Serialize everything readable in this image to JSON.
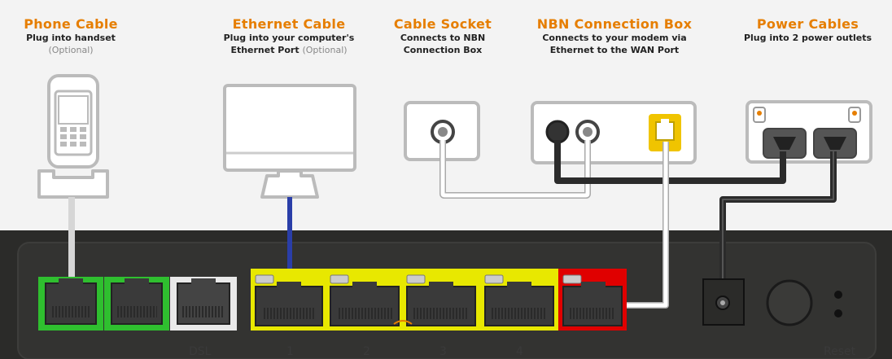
{
  "labels": {
    "phone": {
      "title": "Phone Cable",
      "line1": "Plug into handset",
      "optional": "(Optional)"
    },
    "ethernet": {
      "title": "Ethernet Cable",
      "line1": "Plug into your computer's",
      "line2": "Ethernet Port",
      "optional": "(Optional)"
    },
    "socket": {
      "title": "Cable Socket",
      "line1": "Connects to NBN",
      "line2": "Connection Box"
    },
    "nbn": {
      "title": "NBN Connection Box",
      "line1": "Connects to your modem via",
      "line2": "Ethernet to the WAN Port"
    },
    "power": {
      "title": "Power Cables",
      "line1": "Plug into 2 power outlets"
    }
  },
  "ports": {
    "dsl": "DSL",
    "lan1": "1",
    "lan2": "2",
    "lan3": "3",
    "lan4": "4",
    "reset": "Reset"
  },
  "colors": {
    "accent": "#e67e00",
    "phone_port": "#2fbf2f",
    "lan_port": "#e8e800",
    "wan_port": "#e00000",
    "ethernet_cable": "#2a3ea8",
    "wan_cable": "#f0c400",
    "router_body": "#2b2b29"
  }
}
